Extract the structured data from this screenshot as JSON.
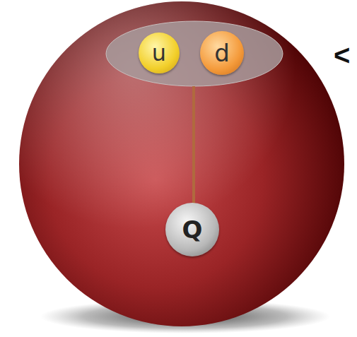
{
  "diagram": {
    "nodes": [
      {
        "text": [
          "u"
        ]
      },
      {
        "text": [
          "d"
        ]
      },
      {
        "text": [
          "Q"
        ]
      }
    ],
    "labels": [
      "<"
    ]
  }
}
